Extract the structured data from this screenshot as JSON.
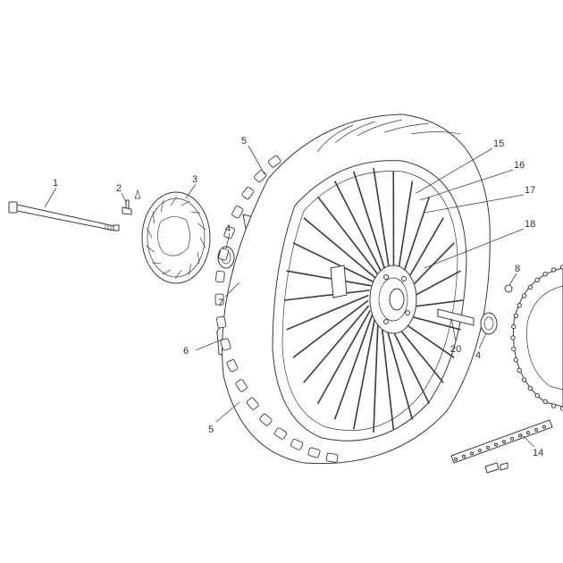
{
  "diagram": {
    "callouts": [
      {
        "id": "c1",
        "label": "1"
      },
      {
        "id": "c2",
        "label": "2"
      },
      {
        "id": "c3",
        "label": "3"
      },
      {
        "id": "c4a",
        "label": "4"
      },
      {
        "id": "c5a",
        "label": "5"
      },
      {
        "id": "c15",
        "label": "15"
      },
      {
        "id": "c16",
        "label": "16"
      },
      {
        "id": "c17",
        "label": "17"
      },
      {
        "id": "c18",
        "label": "18"
      },
      {
        "id": "c8",
        "label": "8"
      },
      {
        "id": "c7",
        "label": "7"
      },
      {
        "id": "c6",
        "label": "6"
      },
      {
        "id": "c5b",
        "label": "5"
      },
      {
        "id": "c20",
        "label": "20"
      },
      {
        "id": "c4b",
        "label": "4"
      },
      {
        "id": "c14",
        "label": "14"
      }
    ]
  }
}
